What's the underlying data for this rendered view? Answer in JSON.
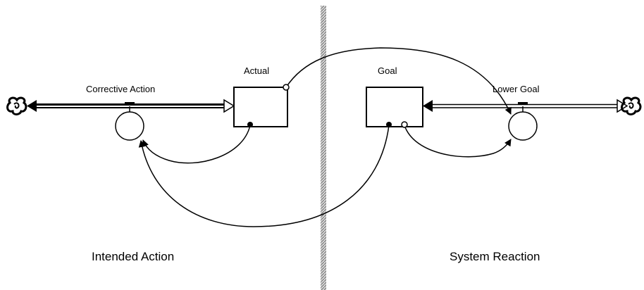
{
  "diagram": {
    "labels": {
      "actual": "Actual",
      "goal": "Goal",
      "corrective_action": "Corrective Action",
      "lower_goal": "Lower Goal"
    },
    "sections": {
      "left": "Intended Action",
      "right": "System Reaction"
    },
    "icons": {
      "cloud": "cloud-icon",
      "valve": "valve-icon"
    },
    "colors": {
      "ink": "#000000",
      "divider": "#7a7a7a",
      "background": "#ffffff"
    }
  }
}
